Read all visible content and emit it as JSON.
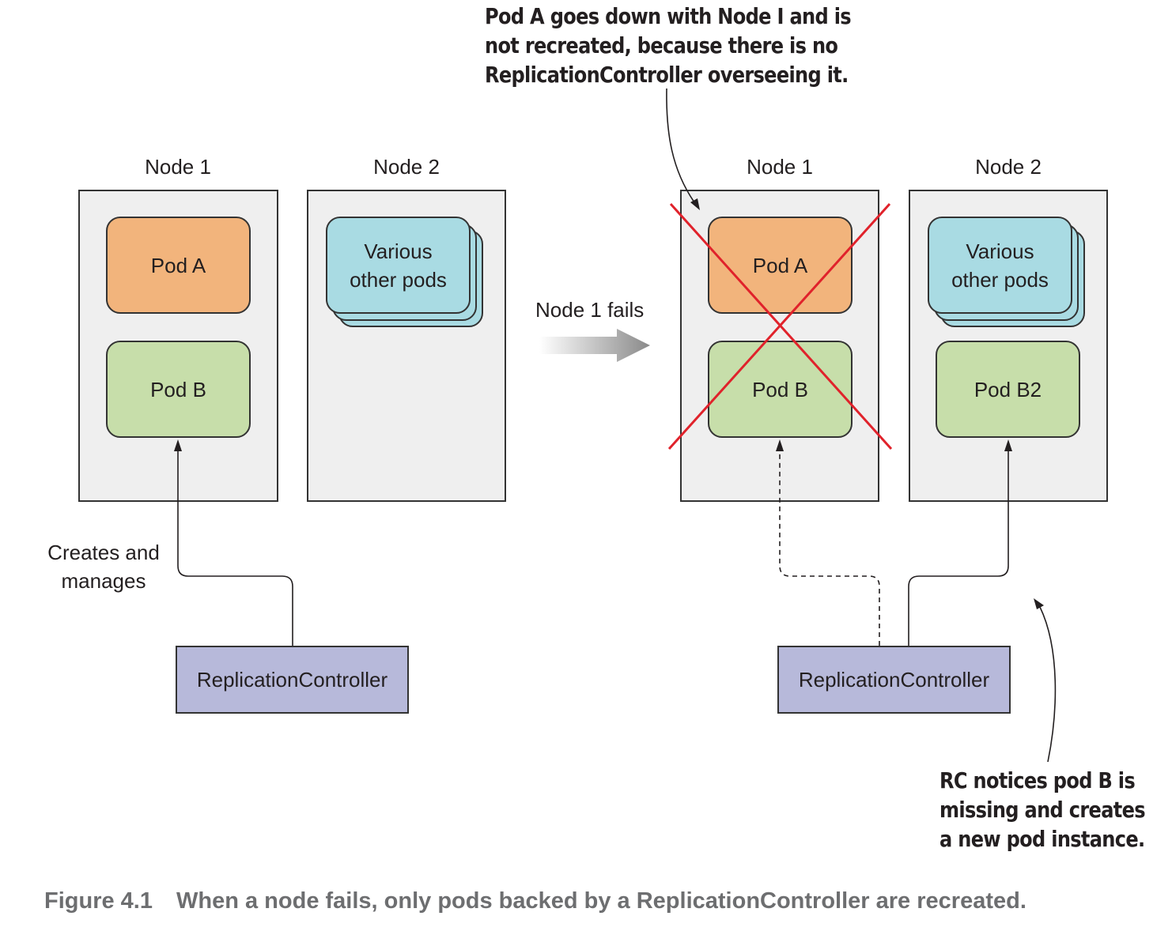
{
  "callouts": {
    "top": [
      "Pod A goes down with Node I and is",
      "not recreated, because there is no",
      "ReplicationController overseeing it."
    ],
    "bottom": [
      "RC notices pod B is",
      "missing and creates",
      "a new pod instance."
    ]
  },
  "before": {
    "node1": {
      "label": "Node 1",
      "pod_a": "Pod A",
      "pod_b": "Pod B"
    },
    "node2": {
      "label": "Node 2",
      "various": [
        "Various",
        "other pods"
      ]
    },
    "creates_label": [
      "Creates and",
      "manages"
    ],
    "rc_label": "ReplicationController"
  },
  "transition": {
    "label": "Node 1 fails"
  },
  "after": {
    "node1": {
      "label": "Node 1",
      "pod_a": "Pod A",
      "pod_b": "Pod B"
    },
    "node2": {
      "label": "Node 2",
      "various": [
        "Various",
        "other pods"
      ],
      "pod_b2": "Pod B2"
    },
    "rc_label": "ReplicationController"
  },
  "caption": {
    "figure": "Figure 4.1",
    "text": "When a node fails, only pods backed by a ReplicationController are recreated."
  },
  "colors": {
    "node_bg": "#efefef",
    "pod_a": "#f2b47c",
    "pod_b": "#c7deaa",
    "various_pods": "#a9dbe3",
    "replication_controller": "#b7b9da",
    "failure_cross": "#e0222b",
    "caption_text": "#6d6e70"
  }
}
